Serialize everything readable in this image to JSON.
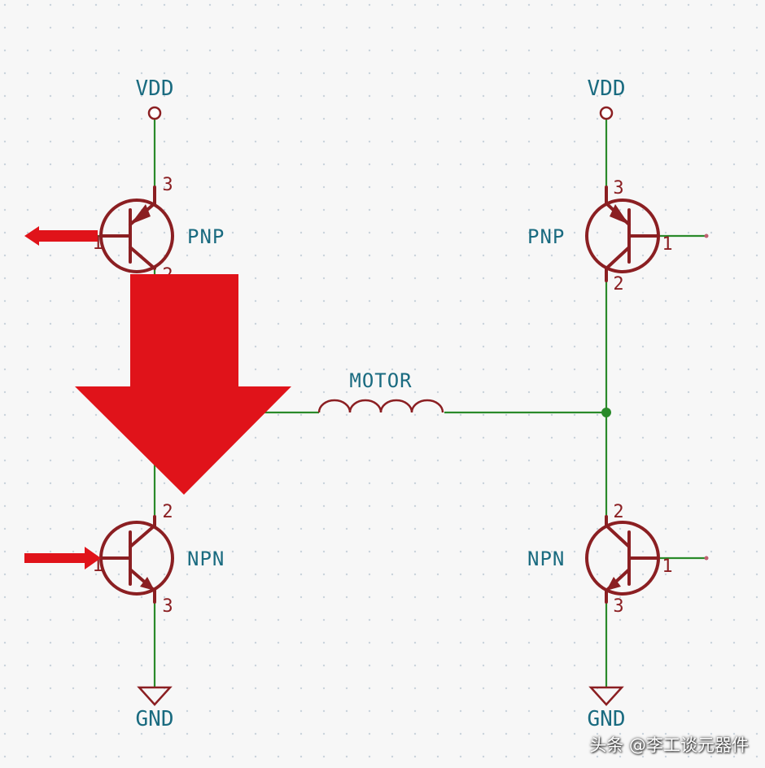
{
  "labels": {
    "vdd_left": "VDD",
    "vdd_right": "VDD",
    "gnd_left": "GND",
    "gnd_right": "GND",
    "pnp_left": "PNP",
    "pnp_right": "PNP",
    "npn_left": "NPN",
    "npn_right": "NPN",
    "motor": "MOTOR"
  },
  "pins": {
    "q1_base": "1",
    "q1_emitter": "3",
    "q1_collector": "2",
    "q2_base": "1",
    "q2_emitter": "3",
    "q2_collector": "2",
    "q3_base": "1",
    "q3_collector": "2",
    "q3_emitter": "3",
    "q4_base": "1",
    "q4_collector": "2",
    "q4_emitter": "3"
  },
  "watermark": "头条 @李工谈元器件",
  "colors": {
    "background": "#f7f7f7",
    "grid_dot": "#c9d3dc",
    "wire": "#2a8a2a",
    "symbol": "#8b1f22",
    "label": "#1a6b80",
    "current_arrow": "#e0131a"
  }
}
